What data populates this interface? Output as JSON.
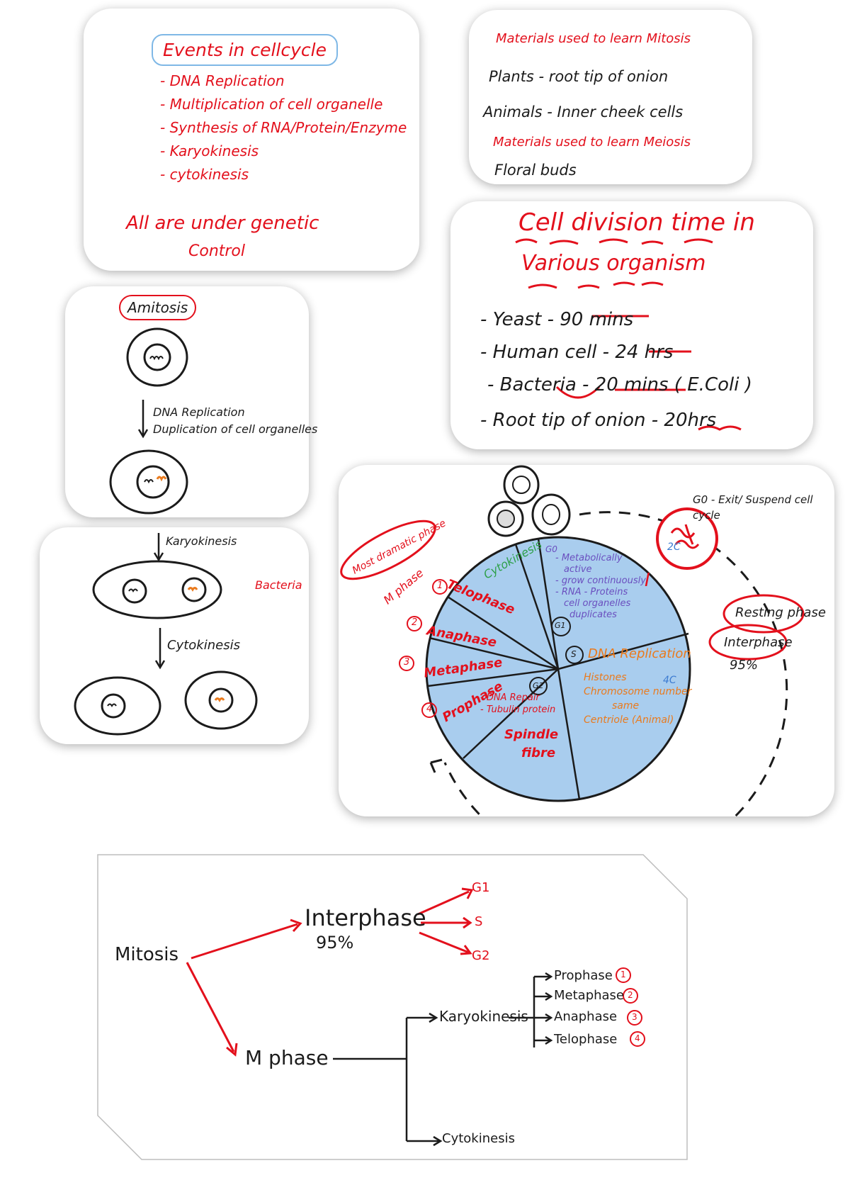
{
  "events_card": {
    "title": "Events in cellcycle",
    "items": [
      "- DNA Replication",
      "- Multiplication of cell organelle",
      "- Synthesis of RNA/Protein/Enzyme",
      "- Karyokinesis",
      "- cytokinesis"
    ],
    "footer_line1": "All are under genetic",
    "footer_line2": "Control"
  },
  "materials_card": {
    "mitosis_heading": "Materials used to learn Mitosis",
    "plants_line": "Plants - root tip of onion",
    "animals_line": "Animals - Inner cheek cells",
    "meiosis_heading": "Materials used to learn Meiosis",
    "meiosis_line": "Floral buds"
  },
  "division_time_card": {
    "title_line1": "Cell division time in",
    "title_line2": "Various organism",
    "rows": [
      "- Yeast - 90 mins",
      "- Human cell - 24 hrs",
      "- Bacteria - 20 mins ( E.Coli )",
      "- Root tip of onion - 20hrs"
    ]
  },
  "amitosis_card": {
    "title": "Amitosis",
    "step1": "DNA Replication",
    "step2": "Duplication of cell organelles"
  },
  "bacteria_card": {
    "karyokinesis_label": "Karyokinesis",
    "bacteria_label": "Bacteria",
    "cytokinesis_label": "Cytokinesis"
  },
  "cycle_card": {
    "g0_note": "G0 - Exit/ Suspend cell cycle",
    "label_2c": "2C",
    "label_4c": "4C",
    "resting_phase": "Resting phase",
    "interphase": "Interphase",
    "interphase_pct": "95%",
    "most_dramatic": "Most dramatic phase",
    "m_phase": "M phase",
    "sectors": {
      "cytokinesis": "Cytokinesis",
      "telophase": "Telophase",
      "anaphase": "Anaphase",
      "metaphase": "Metaphase",
      "prophase": "Prophase",
      "g0": "G0",
      "g1": "G1",
      "s": "S",
      "g2": "G2",
      "roman_one": "I",
      "g1_notes": [
        "- Metabolically",
        "active",
        "- grow continuously",
        "- RNA - Proteins",
        "cell organelles",
        "duplicates"
      ],
      "s_title": "DNA Replication",
      "s_notes": [
        "Histones",
        "Chromosome number",
        "same",
        "Centriole (Animal)"
      ],
      "g2_notes": [
        "- DNA Repair",
        "- Tubulin protein"
      ],
      "spindle_1": "Spindle",
      "spindle_2": "fibre"
    },
    "numbers": [
      "1",
      "2",
      "3",
      "4"
    ]
  },
  "tree_card": {
    "mitosis": "Mitosis",
    "interphase": "Interphase",
    "interphase_pct": "95%",
    "g1": "G1",
    "s": "S",
    "g2": "G2",
    "m_phase": "M phase",
    "karyokinesis": "Karyokinesis",
    "cytokinesis": "Cytokinesis",
    "phases": [
      "Prophase",
      "Metaphase",
      "Anaphase",
      "Telophase"
    ],
    "phase_numbers": [
      "1",
      "2",
      "3",
      "4"
    ]
  },
  "colors": {
    "red": "#e3101c",
    "black": "#1b1b1b",
    "wheel_blue": "#a9cdee",
    "orange": "#ea7a1c",
    "purple": "#6a4fbf",
    "green": "#2ea04a",
    "blue_note": "#3c7bd1"
  }
}
